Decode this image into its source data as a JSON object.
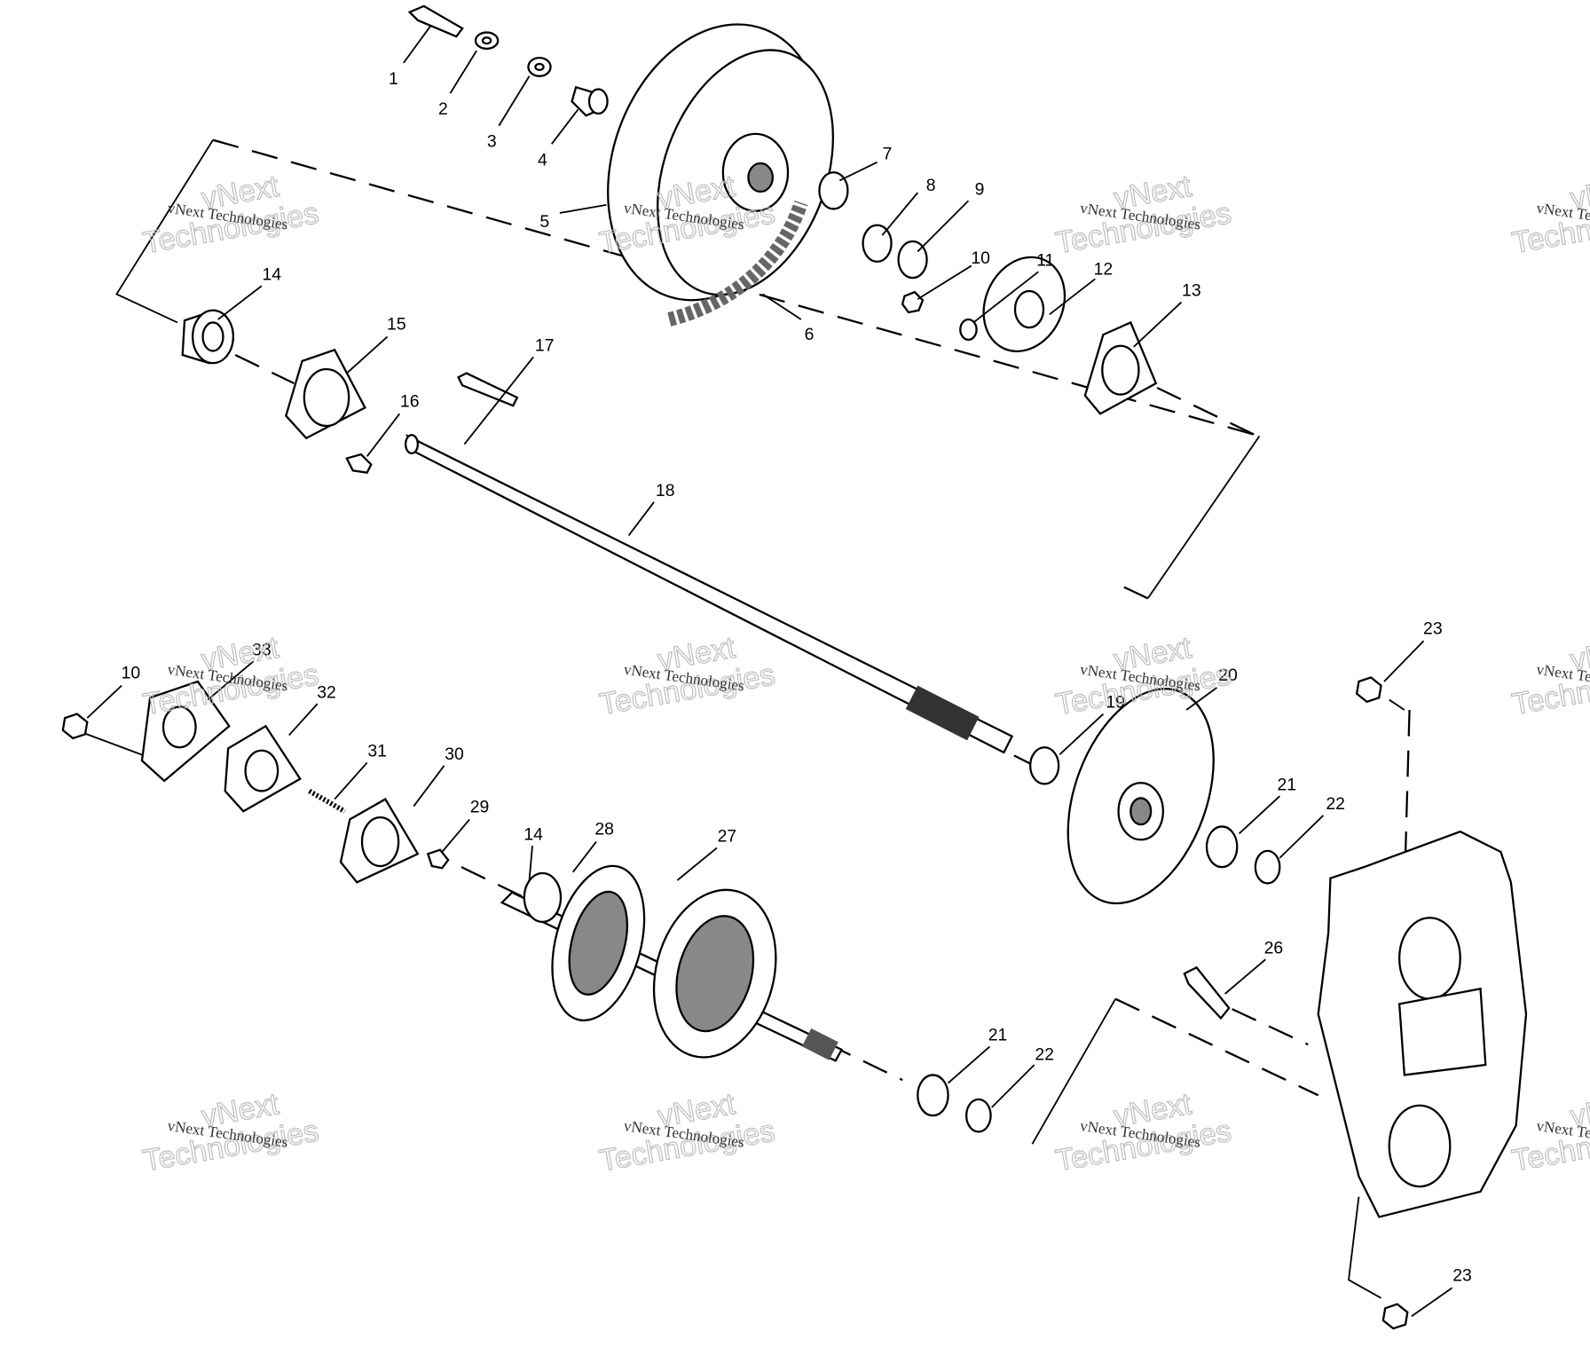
{
  "diagram": {
    "title": "Drive / Jackshaft Assembly Exploded Parts View",
    "watermark_small": "vNext Technologies",
    "watermark_big_line1": "vNext",
    "watermark_big_line2": "Technologies",
    "labels": [
      "1",
      "2",
      "3",
      "4",
      "5",
      "6",
      "7",
      "8",
      "9",
      "10",
      "11",
      "12",
      "13",
      "14",
      "15",
      "16",
      "17",
      "18",
      "10",
      "33",
      "32",
      "31",
      "30",
      "29",
      "14",
      "28",
      "27",
      "19",
      "20",
      "21",
      "22",
      "23",
      "26",
      "21",
      "22",
      "23"
    ]
  }
}
